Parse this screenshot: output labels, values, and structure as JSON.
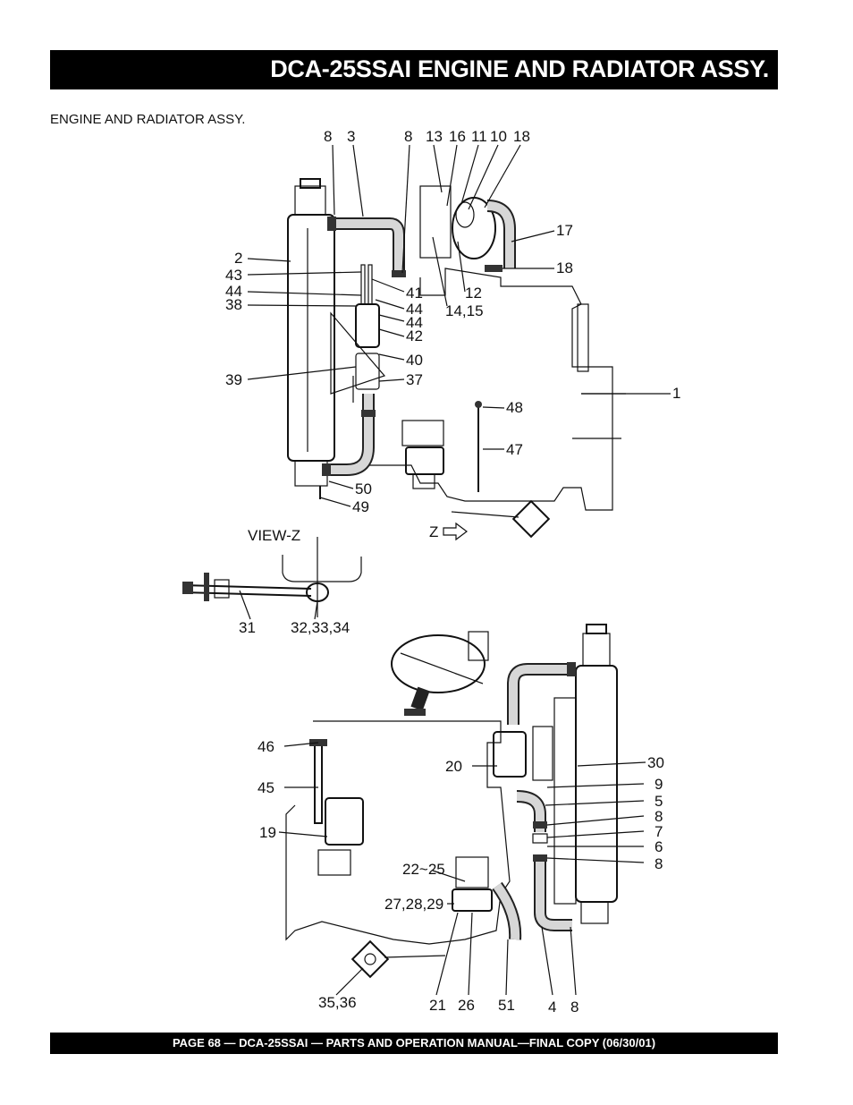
{
  "header": {
    "title": "DCA-25SSAI  ENGINE AND RADIATOR ASSY."
  },
  "section": {
    "subtitle": "ENGINE AND RADIATOR ASSY."
  },
  "footer": {
    "text": "PAGE 68 — DCA-25SSAI — PARTS AND OPERATION  MANUAL—FINAL COPY  (06/30/01)"
  },
  "callouts": {
    "top_top": [
      "8",
      "3",
      "8",
      "13",
      "16",
      "11",
      "10",
      "18"
    ],
    "top_right": [
      "17",
      "18",
      "41",
      "12",
      "14,15",
      "44",
      "42",
      "40",
      "37",
      "48",
      "47",
      "1"
    ],
    "top_left": [
      "2",
      "43",
      "44",
      "38",
      "39",
      "50",
      "49"
    ],
    "view_z": {
      "title": "VIEW-Z",
      "arrow_label": "Z",
      "labels": [
        "31",
        "32,33,34"
      ]
    },
    "bottom_left": [
      "46",
      "45",
      "19",
      "20",
      "22~25",
      "27,28,29",
      "35,36"
    ],
    "bottom_right": [
      "30",
      "9",
      "5",
      "8",
      "7",
      "6",
      "8"
    ],
    "bottom_bottom": [
      "21",
      "26",
      "51",
      "4",
      "8"
    ]
  }
}
